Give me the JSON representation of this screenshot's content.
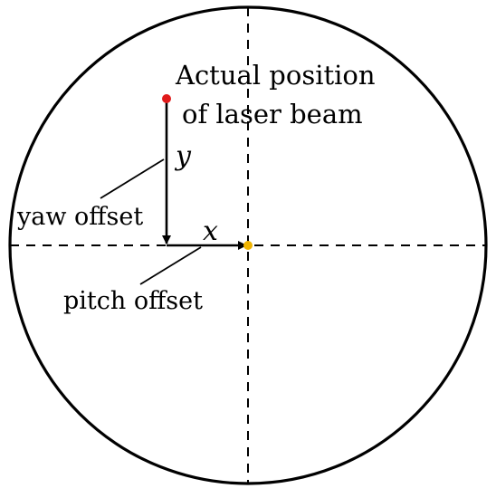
{
  "labels": {
    "actual_position_line1": "Actual position",
    "actual_position_line2": "of laser beam",
    "yaw_offset": "yaw offset",
    "pitch_offset": "pitch offset",
    "axis_x": "x",
    "axis_y": "y"
  },
  "colors": {
    "stroke": "#000000",
    "background": "#ffffff",
    "actual_beam_dot": "#e01b1b",
    "target_center_dot": "#f0b400"
  },
  "markers": {
    "actual_beam_dot": "red-dot",
    "target_center_dot": "yellow-dot"
  }
}
